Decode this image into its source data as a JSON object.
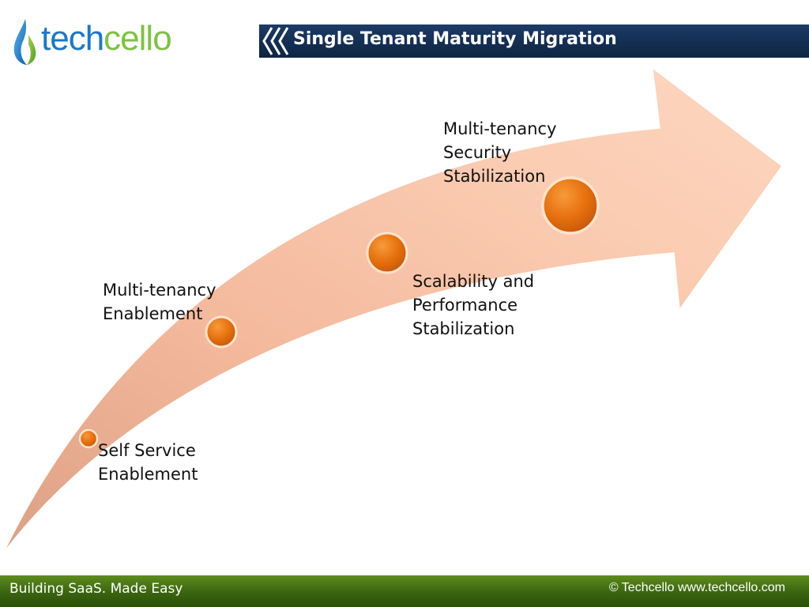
{
  "header": {
    "logo_text_primary": "tech",
    "logo_text_secondary": "cello",
    "title": "Single Tenant Maturity Migration"
  },
  "stages": [
    {
      "lines": [
        "Self Service",
        "Enablement"
      ]
    },
    {
      "lines": [
        "Multi-tenancy",
        "Enablement"
      ]
    },
    {
      "lines": [
        "Scalability and",
        "Performance",
        "Stabilization"
      ]
    },
    {
      "lines": [
        "Multi-tenancy",
        "Security",
        "Stabilization"
      ]
    }
  ],
  "footer": {
    "tagline": "Building SaaS. Made Easy",
    "copyright": "© Techcello www.techcello.com"
  },
  "colors": {
    "arrow_fill_light": "#fbd0b5",
    "arrow_fill_dark": "#e8a98c",
    "node_orange": "#e8700e",
    "title_bar": "#12284a",
    "footer_green": "#3a6410"
  }
}
